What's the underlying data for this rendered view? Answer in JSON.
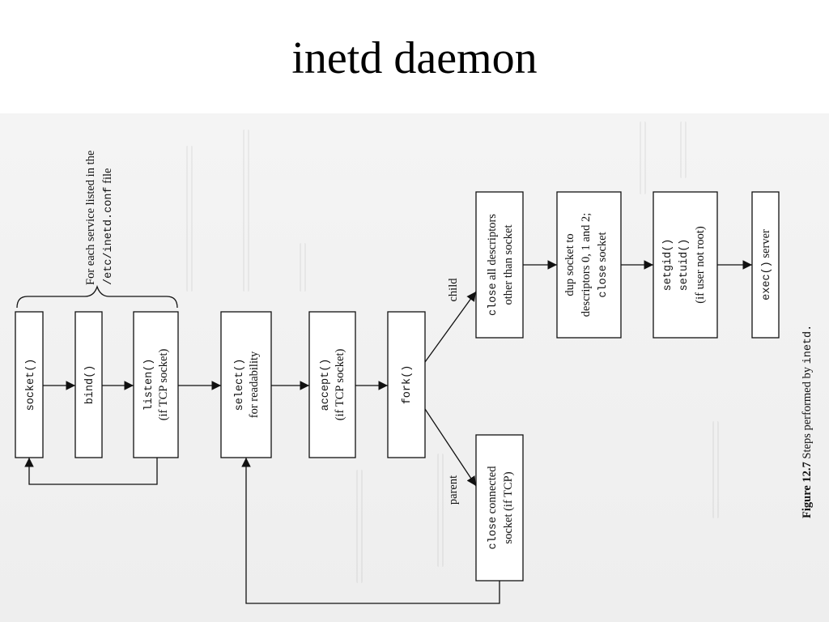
{
  "slide": {
    "title": "inetd daemon"
  },
  "annotation": {
    "line1": "For each service listed in the",
    "line2_mono": "/etc/inetd.conf",
    "line2_rest": "file"
  },
  "boxes": {
    "socket": {
      "code": "socket()"
    },
    "bind": {
      "code": "bind()"
    },
    "listen": {
      "code": "listen()",
      "text": "(if TCP socket)"
    },
    "select": {
      "code": "select()",
      "text": "for readability"
    },
    "accept": {
      "code": "accept()",
      "text": "(if TCP socket)"
    },
    "fork": {
      "code": "fork()"
    },
    "close_child": {
      "code": "close",
      "text1": "all descriptors",
      "text2": "other than socket"
    },
    "dup": {
      "text1": "dup socket to",
      "text2": "descriptors  0, 1 and 2;",
      "code": "close",
      "text3": "socket"
    },
    "setid": {
      "code1": "setgid()",
      "code2": "setuid()",
      "text": "(if user not root)"
    },
    "exec": {
      "code": "exec()",
      "text": "server"
    },
    "close_parent": {
      "code": "close",
      "text1": "connected",
      "text2": "socket (if TCP)"
    }
  },
  "labels": {
    "child": "child",
    "parent": "parent"
  },
  "caption": {
    "figure": "Figure 12.7",
    "text": "Steps performed by",
    "code": "inetd."
  }
}
